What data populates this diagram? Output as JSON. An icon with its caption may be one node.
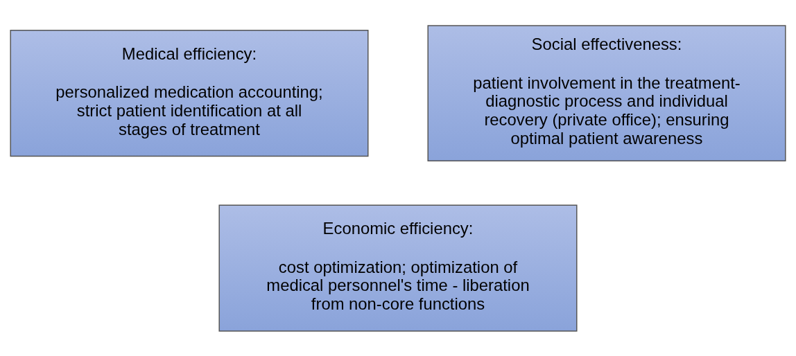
{
  "diagram": {
    "nodes": [
      {
        "text": [
          "Medical efficiency:",
          "personalized medication accounting; strict patient identification at all stages of treatment"
        ]
      },
      {
        "text": [
          "Social effectiveness:",
          "patient involvement in the treatment-diagnostic process and individual recovery (private office); ensuring optimal patient awareness"
        ]
      },
      {
        "text": [
          "Economic efficiency:",
          "cost optimization; optimization of medical personnel's time - liberation from non-core functions"
        ]
      }
    ]
  }
}
